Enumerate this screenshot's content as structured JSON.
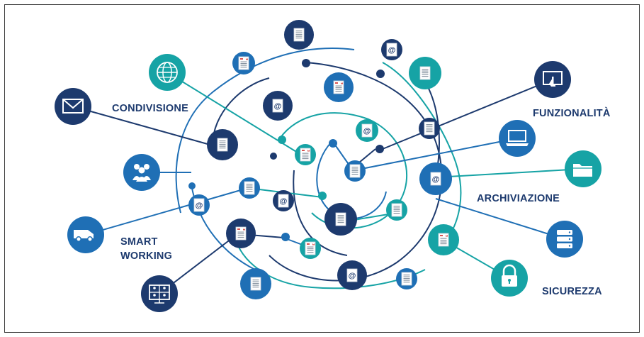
{
  "labels": {
    "condivisione": "CONDIVISIONE",
    "funzionalita": "FUNZIONALITÀ",
    "archiviazione": "ARCHIVIAZIONE",
    "smart_line1": "SMART",
    "smart_line2": "WORKING",
    "sicurezza": "SICUREZZA"
  },
  "icons": [
    {
      "name": "envelope-icon",
      "color": "#1d3a6e"
    },
    {
      "name": "globe-icon",
      "color": "#16a3a5"
    },
    {
      "name": "people-icon",
      "color": "#1f6fb5"
    },
    {
      "name": "van-icon",
      "color": "#1f6fb5"
    },
    {
      "name": "video-conference-icon",
      "color": "#1d3a6e"
    },
    {
      "name": "touch-screen-icon",
      "color": "#1d3a6e"
    },
    {
      "name": "laptop-icon",
      "color": "#1f6fb5"
    },
    {
      "name": "folder-icon",
      "color": "#16a3a5"
    },
    {
      "name": "server-icon",
      "color": "#1f6fb5"
    },
    {
      "name": "padlock-icon",
      "color": "#16a3a5"
    }
  ],
  "colors": {
    "navy": "#1d3a6e",
    "blue": "#1f6fb5",
    "teal": "#16a3a5",
    "text": "#1d3a6e"
  }
}
